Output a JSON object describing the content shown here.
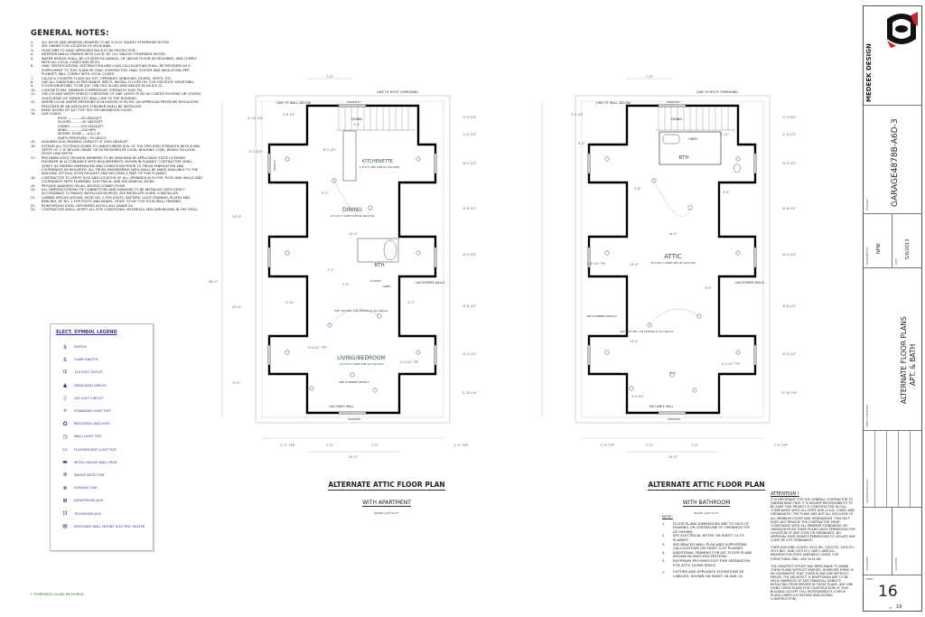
{
  "general_notes": {
    "title": "GENERAL NOTES:",
    "items": [
      "ALL DOOR AND WINDOW HEADERS TO BE 3-2x12 UNLESS OTHERWISE NOTED.",
      "SEE OWNER FOR LOCATION OF HOSE BIBS.",
      "HOSE BIBS TO HAVE APPROVED BACK-FLOW PROTECTION.",
      "INTERIOR WALLS FRAMED WITH 2x4 @ 16\" O/C UNLESS OTHERWISE NOTED.",
      "WATER HEATER SHALL BE LOCATED IN GARAGE, 18\" ABOVE FLOOR AS REQUIRED, AND COMPLY WITH ALL LOCAL CODES AND REGS.",
      "HVAC SPECIFICATIONS, DISTRIBUTION AND LOAD CALCULATIONS SHALL BE PROVIDED AS A SUPPLEMENT TO THIS PLANS BY HVAC CONTRACTOR. HVAC SYSTEM AND INSULATION (PER PLANSET) WILL COMPLY WITH LOCAL CODES.",
      "CAULK & COUNTER FLASH ALL EXT. OPENINGS: WINDOWS, DOORS, VENTS, ETC.",
      "GAP ALL SHEATHING AS PER MANUF. SPECS. INSTALL H-CLIPS ON 7/16 OSB ROOF SHEATHING.",
      "FLOOR SHEATHING TO BE 3/4\" OSB T&G GLUED AND NAILED W/ 8d 6,6,12.",
      "CONCRETE MIX, MINIMUM COMPRESSIVE STRENGTH 3000 PSI.",
      "USE ICE AND WATER SHIELD CONSISTING OF ONE LAYER OF NO.40 COATED ROOFING OR COATED GLASS BASE 24\" INSIDE EXT. WALL LINE OF THE BUILDING.",
      "WHERE LOCAL WATER PRESSURE IS IN EXCESS OF 80 PSI, AN APPROVED PRESSURE REGULATOR PRECEDED BY AN ADEQUATE STRAINER SHALL BE INSTALLED.",
      "RAISE DOORS UP 3/4\" FOR TILE OR HARDWOOD FLOOR.",
      "LIVE LOADS:"
    ],
    "loads": [
      "ROOF..............30 LBS/SQFT",
      "FLOORS...........40 LBS/SQFT",
      "STAIRS...........100 LBS/SQFT",
      "WIND..............100 MPH",
      "SEISMIC ZONE......A,B,C,D",
      "EARTH PRESSURE...30 LBS/CF"
    ],
    "items2": [
      "ASSUMED SOIL BEARING CAPACITY IS 1500 LBS/SQFT.",
      "EXTEND ALL FOOTINGS DOWN TO UNDISTURBED SOIL OF THE SPECIFIED STRENGTH WITH A MIN. DEPTH OF 1'-6\" BELOW GRADE OR AS REQUIRED BY LOCAL BUILDING CODE, BASED ON LOCAL FROST LINE DEPTH.",
      "PRE-FABRICATED TRUSSED MEMBERS TO BE DESIGNED BY APPLICABLE STATE LICENSED ENGINEER IN ACCORDANCE WITH REQUIREMENTS SHOWN IN PLANSET. CONTRACTOR SHALL VERIFY AS-FRAMED DIMENSIONS AND CONDITIONS PRIOR TO TRUSS FABRICATION AND COORDINATE AS REQUIRED. ALL TRUSS ENGINEERING DATA SHALL BE MADE AVAILABLE TO THE BUILDING OFFICIAL UPON REQUEST AND BECOMES A PART OF THIS PLANSET.",
      "CONTRACTOR TO VERIFY SIZE AND LOCATION OF ALL OPENINGS IN FLOOR, ROOF AND WALLS AND COORDINATE WITH PLUMBING, ELECTRICAL AND MECHANICAL WORK.",
      "PROVIDE WASHERS ON ALL BOLTED CONNECTIONS.",
      "ALL SIMPSON STRONG TIE CONNECTORS AND HANGERS TO BE INSTALLED WITH STRICT ACCORDANCE TO MANUF. INSTALLATION REQS. SEE INSTALLER GUIDE: S-INSTALLER.",
      "LUMBER SPECIFICATIONS: HF/DF NO. 2 FOR JOISTS, RAFTERS, LIGHT FRAMING, PLATES AND BRACING. DF NO. 1 FOR POSTS AND BEAMS. HF/DF \"STUD\" FOR STUD WALL FRAMING",
      "REINFORCING STEEL DEFORMED ASTM A-615 GRADE 60.",
      "CONTRACTOR SHALL VERIFY ALL SITE CONDITIONS, MATERIALS AND DIMENSIONS IN THE FIELD."
    ]
  },
  "legend": {
    "title": "ELECT. SYMBOL LEGEND",
    "items": [
      {
        "sym": "$",
        "label": "SWITCH"
      },
      {
        "sym": "$",
        "label": "3-WAY SWITCH"
      },
      {
        "sym": "⦶",
        "label": "120 VOLT OUTLET"
      },
      {
        "sym": "▲",
        "label": "DEDICATED CIRCUIT"
      },
      {
        "sym": "⏀",
        "label": "240 VOLT CIRCUIT"
      },
      {
        "sym": "⟡",
        "label": "STANDARD LIGHT FIXT."
      },
      {
        "sym": "✪",
        "label": "RECESSED CAN LIGHT"
      },
      {
        "sym": "◷",
        "label": "WALL LIGHT FIXT."
      },
      {
        "sym": "▭",
        "label": "FLUORESCENT LIGHT FIXT."
      },
      {
        "sym": "▬",
        "label": "METAL HALIDE WALL PACK"
      },
      {
        "sym": "⊛",
        "label": "SMOKE DETECTOR"
      },
      {
        "sym": "⊗",
        "label": "EXHAUST FAN"
      },
      {
        "sym": "⊠",
        "label": "DATA/PHONE JACK"
      },
      {
        "sym": "⊡",
        "label": "TELEVISION JACK"
      },
      {
        "sym": "▤",
        "label": "RECESSED WALL MOUNT ELECTRIC HEATER"
      }
    ]
  },
  "tempered_note": "* TEMPERED GLASS REQUIRED",
  "plan_a": {
    "title": "ALTERNATE ATTIC FLOOR PLAN",
    "subtitle": "WITH APARTMENT",
    "scale": "SCALE: 1/4\"=1'-0\"",
    "labels": {
      "overhang": "LINE OF ROOF OVERHANG",
      "wall_below": "LINE OF WALL BELOW",
      "window": "3040DSH *",
      "window2": "3040DSH",
      "window_side": "3040DSH",
      "down": "DOWN",
      "kitchenette": "KITCHENETTE",
      "kitchenette_floor": "9'-6\"x8'-6\" VINYL OVER 3/4\" T&G FLOOR",
      "dining": "DINING",
      "dining_floor": "14'-0\"x15'-0\" CARPET OVER 3/4\" T&G FLOOR",
      "bth": "BTH",
      "closet": "CLOSET",
      "linen": "LINEN",
      "dormer_walls": "2x6 DORMER WALLS",
      "gyp": "5/8\" GYP. BD. ON CEILING & ALL WALLS",
      "living": "LIVING/BEDROOM",
      "living_floor": "14'-0\"x15'-0\" CARPET OVER 3/4\" T&G FLOOR",
      "dormer_details": "SEE DORMER DETAILS",
      "gable": "2x6 GABLE WALL"
    },
    "dims": {
      "top": "7'-0\"",
      "d1": "4'-6 1/2\"",
      "d2": "2'-0\"",
      "d3": "8'-3 1/2\"",
      "d4": "5'-3\"",
      "d5": "14'-0\"",
      "d6": "7'-7\"",
      "d7": "2'-0\"",
      "d8": "2'-10\"",
      "d9": "2'-7\"",
      "d10": "5'-6 1/2\" TYP",
      "d11": "5'-4 1/2\" TYP",
      "l1": "5'-10 1/4\"",
      "l2": "3'-1 3/4\"",
      "l3": "15'-0\"",
      "l4": "15'-0\"",
      "l5": "5'-0\"",
      "total": "48'-0\"",
      "r1": "3'-3 3/4\"",
      "r2": "2'-0 1/2\"",
      "r3": "6'-3 1/2\"",
      "r4": "8'-8 1/2\"",
      "r5": "6'-3 1/2\"",
      "r6": "8'-8 1/2\"",
      "r7": "6'-3 1/2\"",
      "r8": "5'-10 1/4\"",
      "b1": "1'-0\" TYP",
      "b2": "7'-0\"",
      "b3": "7'-0\"",
      "b4": "1'-0\" TYP",
      "btotal": "14'-0\""
    }
  },
  "plan_b": {
    "title": "ALTERNATE ATTIC FLOOR PLAN",
    "subtitle": "WITH BATHROOM",
    "scale": "SCALE: 1/4\"=1'-0\"",
    "labels": {
      "overhang": "LINE OF ROOF OVERHANG",
      "wall_below": "LINE OF WALL BELOW",
      "window": "3040DSH *",
      "window2": "3040DSH",
      "down": "DOWN",
      "linen": "LINEN",
      "bth": "BTH",
      "attic": "ATTIC",
      "attic_floor": "14'-0\"x48'-0\" CARPET OVER 3/4\" T&G FLOOR",
      "dormer_walls": "2x6 DORMER WALLS",
      "dormer_details": "SEE DORMER DETAILS",
      "gyp": "5/8\" GYP. BD. ON CEILING & ALL WALLS",
      "gable": "2x6 GABLE WALL"
    },
    "dims": {
      "top": "7'-0\"",
      "d1": "4'-6 1/2\"",
      "d2": "8'-2\"",
      "d3": "5'-8\"",
      "d4": "4'-0\"",
      "d5": "14'-0\"",
      "d6": "13'-0\"",
      "d7": "3'-5\"",
      "d8": "13'-0\"",
      "d9": "6'-6\"",
      "d10": "4'-0 1/2\"",
      "d11": "5'-6 1/2\" TYP",
      "d12": "5'-4 1/2\" TYP",
      "d13": "2'-11\"",
      "r1": "3'-3 3/4\"",
      "r2": "2'-0 1/2\"",
      "r3": "6'-3 1/2\"",
      "r4": "8'-8 1/2\"",
      "r5": "6'-3 1/2\"",
      "r6": "8'-8 1/2\"",
      "r7": "6'-3 1/2\"",
      "r8": "5'-10 1/4\"",
      "b1": "1'-0\" TYP",
      "b2": "7'-0\"",
      "b3": "7'-0\"",
      "b4": "1'-0\" TYP",
      "btotal": "14'-0\""
    }
  },
  "note": {
    "title": "NOTE:",
    "items": [
      "FLOOR PLANS DIMENSIONS ARE TO FACE OF FRAMING OR CENTERLINE OF OPENINGS TYP. AS SHOWN.",
      "SEE ELECTRICAL NOTES ON SHEET 14 OF PLANSET.",
      "SEE BRACED WALL PLAN AND SUPPORTING CALCULATIONS ON SHEET 5 OF PLANSET.",
      "ADDITIONAL FRAMING FOR ALT. FLOOR PLANS SHOWN W/ MATCHED PATTERN.",
      "ENTRYWAY PROVIDES EXIT FIRE SEPARATION FOR ATTIC LIVING SPACE."
    ],
    "fixture": "FIXTURE AND APPLIANCE ELEVATIONS AS LABELED, SHOWN ON SHEET 18 AND 19."
  },
  "attention": {
    "title": "ATTENTION !",
    "p1": "IT IS IMPORTANT FOR THE GENERAL CONTRACTOR TO UNDERSTAND THAT IT IS HIS/HER RESPONSIBILITY TO BE SURE THIS PROJECT IS CONSTRUCTED IN FULL COMPLIANCE WITH ALL STATE AND LOCAL CODES AND ORDINANCES. THE PLANS ARE NOT ALL INCLUSIVE OF ALL MINIMUM CODES AND ORDINANCES. THIS FACT DOES NOT RELIEVE THE CONTRACTOR FROM COMPLIANCE WITH ALL MINIMUM STANDARDS. NO OMISSION FROM THESE PLANS GIVES PERMISSION FOR VIOLATION OF ANY CODE OR ORDINANCE. NO APPROVAL EVER GRANTS PERMISSION TO VIOLATE ANY CODE OR CITY ORDINANCE.",
    "p2": "STATE BUILDING CODES: 2015 IRC, 2015 ITC, 2015 IFC, 2015 NEC, AND 2015 ECC (WEC) AND ALL WASHINGTON STATE AMENDED CODES. FOR STRUCTURAL ENG. USE 2015 IBC.",
    "p3": "THE GREATEST EFFORT HAS BEEN MADE TO DRAW THESE PLANS WITHOUT ERRORS. HOWEVER THERE IS NO GUARANTEE THAT THESE PLANS ARE WITHOUT ERROR. THE ARCHITECT & DRAFTSMAN ARE TO BE HELD HARMLESS OF ANY FINANCIAL LIABILITY RESULTING FROM ERRORS IN THESE PLANS. ANY ONE USING THESE PLANS FOR CONSTRUCTION OF THIS BUILDING ACCEPT FULL RESPONSIBILITY. (CHECK PLANS CAREFULLY BEFORE AND DURING CONSTRUCTION)"
  },
  "title_block": {
    "company": "MEDEEK DESIGN",
    "plan_no_label": "PLAN NO.",
    "plan_no": "GARAGE4878B-A6D-3",
    "designed_by_label": "DESIGNED BY",
    "designed_by": "NPW",
    "date_label": "DATE",
    "date": "5/6/2013",
    "sheet_contents_label": "SHEET CONTENTS",
    "sheet_contents_1": "ALTERNATE FLOOR PLANS",
    "sheet_contents_2": "APT. & BATH",
    "revision_label": "REVISION HISTORY",
    "customer_label": "CUSTOMER",
    "location_label": "LOCATION",
    "sheet_label": "SHEET",
    "sheet_no": "16",
    "of_label": "OF",
    "sheet_total": "19",
    "brand_red": "#c0282d",
    "ink": "#111111",
    "elec_color": "#5b4fa8",
    "dim_color": "#3a6e3a"
  }
}
